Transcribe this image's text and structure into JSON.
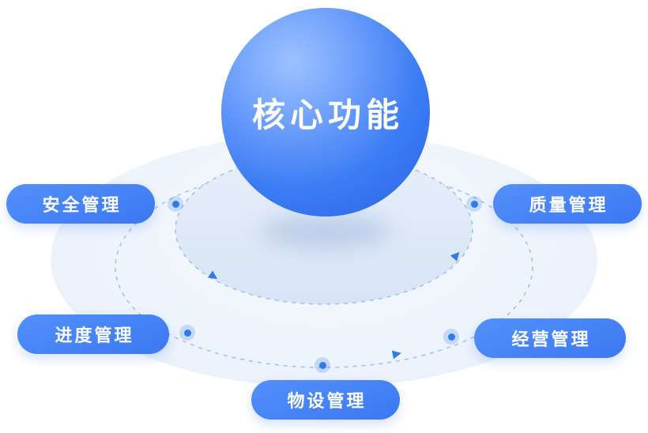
{
  "diagram": {
    "center": {
      "label": "核心功能"
    },
    "pills": [
      {
        "id": "safety",
        "label": "安全管理"
      },
      {
        "id": "quality",
        "label": "质量管理"
      },
      {
        "id": "progress",
        "label": "进度管理"
      },
      {
        "id": "operations",
        "label": "经营管理"
      },
      {
        "id": "equipment",
        "label": "物设管理"
      }
    ],
    "colors": {
      "sphere_light": "#9CC2FF",
      "sphere_dark": "#2A63E4",
      "pill_gradient_start": "#5390FB",
      "pill_gradient_end": "#3B78F2",
      "orbit_stroke": "#9EC0EA",
      "inner_ellipse_fill": "#DEE8F7",
      "base_ellipse_fill": "#EEF4FC",
      "dot_color": "#2F7BE8",
      "text_color": "#FFFFFF"
    }
  }
}
